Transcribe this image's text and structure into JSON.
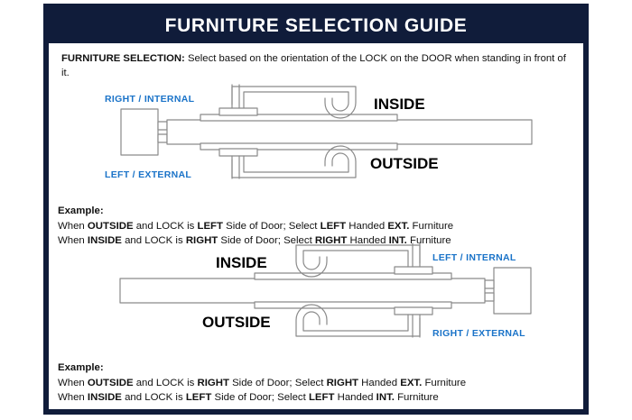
{
  "header": {
    "title": "FURNITURE SELECTION GUIDE"
  },
  "intro": {
    "label": "FURNITURE SELECTION:",
    "text": " Select based on the orientation of the LOCK on the DOOR when standing in front of it."
  },
  "diagram_top": {
    "lock_label_top": "RIGHT / INTERNAL",
    "lock_label_bottom": "LEFT / EXTERNAL",
    "side_top": "INSIDE",
    "side_bottom": "OUTSIDE",
    "lock_position": "left"
  },
  "example_top": {
    "heading": "Example:",
    "line1": {
      "p1": "When ",
      "b1": "OUTSIDE",
      "p2": " and LOCK is ",
      "b2": "LEFT",
      "p3": " Side of Door;   Select ",
      "b3": "LEFT",
      "p4": " Handed ",
      "b4": "EXT.",
      "p5": " Furniture"
    },
    "line2": {
      "p1": "When ",
      "b1": "INSIDE",
      "p2": " and LOCK is ",
      "b2": "RIGHT",
      "p3": " Side of Door;  Select ",
      "b3": "RIGHT",
      "p4": " Handed ",
      "b4": "INT.",
      "p5": " Furniture"
    }
  },
  "diagram_bottom": {
    "lock_label_top": "LEFT / INTERNAL",
    "lock_label_bottom": "RIGHT / EXTERNAL",
    "side_top": "INSIDE",
    "side_bottom": "OUTSIDE",
    "lock_position": "right"
  },
  "example_bottom": {
    "heading": "Example:",
    "line1": {
      "p1": "When ",
      "b1": "OUTSIDE",
      "p2": " and LOCK is ",
      "b2": "RIGHT",
      "p3": " Side of Door;   Select ",
      "b3": "RIGHT",
      "p4": " Handed ",
      "b4": "EXT.",
      "p5": " Furniture"
    },
    "line2": {
      "p1": "When ",
      "b1": "INSIDE",
      "p2": " and LOCK is ",
      "b2": "LEFT",
      "p3": " Side of Door;  Select ",
      "b3": "LEFT",
      "p4": " Handed ",
      "b4": "INT.",
      "p5": " Furniture"
    }
  },
  "colors": {
    "frame_navy": "#101c3a",
    "accent_blue": "#1a73c8",
    "line_gray": "#8a8a8a",
    "text_black": "#111111",
    "panel_white": "#ffffff"
  }
}
